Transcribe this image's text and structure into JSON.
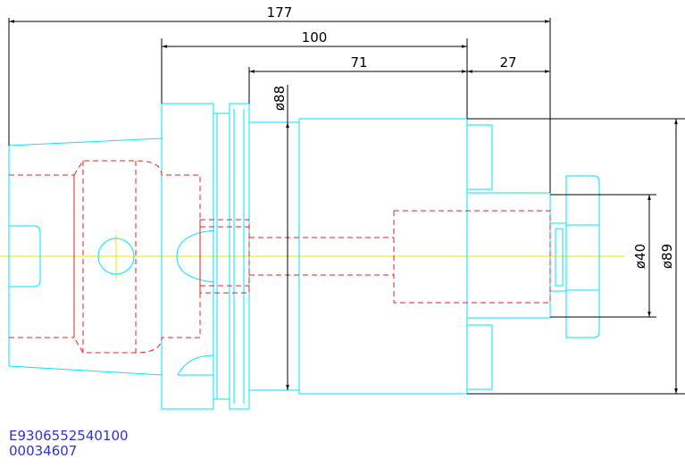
{
  "dimensions": {
    "total_length": "177",
    "flange_length": "100",
    "body_length": "71",
    "nut_length": "27",
    "diameter_88": "ø88",
    "diameter_40": "ø40",
    "diameter_89": "ø89"
  },
  "part_numbers": {
    "line1": "E9306552540100",
    "line2": "00034607"
  },
  "colors": {
    "outline": "#00e5ff",
    "hidden": "#e02020",
    "centerline": "#e8e800",
    "dimension": "#000000",
    "text_code": "#3030e0"
  }
}
